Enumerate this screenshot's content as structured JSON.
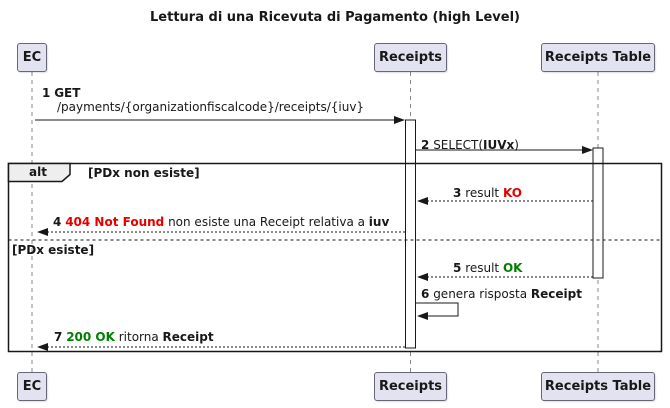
{
  "title": "Lettura di una Ricevuta di Pagamento (high Level)",
  "participants": [
    {
      "name": "EC"
    },
    {
      "name": "Receipts"
    },
    {
      "name": "Receipts Table"
    }
  ],
  "frame": {
    "operator": "alt",
    "guards": [
      "[PDx non esiste]",
      "[PDx esiste]"
    ]
  },
  "messages": [
    {
      "num": "1",
      "parts": [
        {
          "t": "GET"
        },
        {
          "t": "/payments/{organizationfiscalcode}/receipts/{iuv}"
        }
      ]
    },
    {
      "num": "2",
      "parts": [
        {
          "t": "SELECT("
        },
        {
          "t": "IUVx"
        },
        {
          "t": ")"
        }
      ]
    },
    {
      "num": "3",
      "parts": [
        {
          "t": "result "
        },
        {
          "t": "KO"
        }
      ]
    },
    {
      "num": "4",
      "parts": [
        {
          "t": "404 Not Found"
        },
        {
          "t": " non esiste una Receipt relativa a "
        },
        {
          "t": "iuv"
        }
      ]
    },
    {
      "num": "5",
      "parts": [
        {
          "t": "result "
        },
        {
          "t": "OK"
        }
      ]
    },
    {
      "num": "6",
      "parts": [
        {
          "t": "genera risposta "
        },
        {
          "t": "Receipt"
        }
      ]
    },
    {
      "num": "7",
      "parts": [
        {
          "t": "200 OK"
        },
        {
          "t": " ritorna "
        },
        {
          "t": "Receipt"
        }
      ]
    }
  ],
  "colors": {
    "participant_fill": "#E2E2F0",
    "participant_border": "#666677",
    "line": "#181818",
    "lifeline": "#888888",
    "error_red": "#E60000",
    "success_green": "#008000",
    "frame_header_fill": "#EEEEEE"
  }
}
